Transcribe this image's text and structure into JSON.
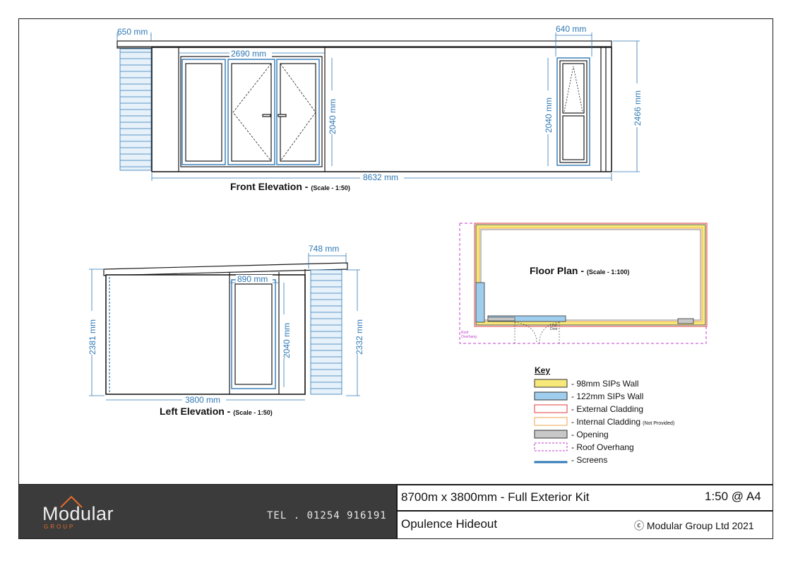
{
  "front_elevation": {
    "title": "Front Elevation - ",
    "scale": "(Scale - 1:50)",
    "dims": {
      "overhang": "650 mm",
      "door_width": "2690 mm",
      "window_width": "640 mm",
      "door_height": "2040 mm",
      "window_height": "2040 mm",
      "total_height": "2466 mm",
      "total_length": "8632 mm"
    }
  },
  "left_elevation": {
    "title": "Left Elevation - ",
    "scale": "(Scale - 1:50)",
    "dims": {
      "overhang": "748 mm",
      "door_width": "890 mm",
      "height_left": "2381 mm",
      "door_height": "2040 mm",
      "height_right": "2332 mm",
      "width": "3800 mm"
    }
  },
  "floor_plan": {
    "title": "Floor Plan - ",
    "scale": "(Scale - 1:100)",
    "label_overhang_1": "Roof",
    "label_overhang_2": "Overhang",
    "label_leaf_1": "Leaf",
    "label_leaf_2": "Door"
  },
  "key": {
    "title": "Key",
    "items": [
      {
        "label": "- 98mm SIPs Wall",
        "note": "",
        "swatch": "#f7e87a",
        "border": "#333333"
      },
      {
        "label": "- 122mm SIPs Wall",
        "note": "",
        "swatch": "#9fcdee",
        "border": "#333333"
      },
      {
        "label": "- External Cladding",
        "note": "",
        "swatch": "#ffffff",
        "border": "#e03a3a"
      },
      {
        "label": "- Internal Cladding",
        "note": "(Not Provided)",
        "swatch": "#ffffff",
        "border": "#f2a64a"
      },
      {
        "label": "- Opening",
        "note": "",
        "swatch": "#c8c8c8",
        "border": "#333333"
      },
      {
        "label": "- Roof Overhang",
        "note": "",
        "swatch": "#ffffff",
        "border": "#c23ccf"
      },
      {
        "label": "- Screens",
        "note": "",
        "swatch": "#ffffff",
        "border": "#2f78b5"
      }
    ]
  },
  "title_block": {
    "logo": "Modular",
    "logo_sub": "GROUP",
    "phone": "TEL . 01254 916191",
    "project": "8700m x 3800mm - Full Exterior Kit",
    "scale": "1:50 @ A4",
    "name": "Opulence Hideout",
    "copyright": "ⓒ Modular Group Ltd 2021"
  },
  "colors": {
    "dimension": "#2f78b5",
    "sips_98": "#f7e87a",
    "sips_122": "#9fcdee",
    "roof_overhang": "#c23ccf",
    "internal_cladding": "#f2a64a",
    "title_block_dark": "#3b3b3b",
    "logo_accent": "#e46b2a"
  }
}
